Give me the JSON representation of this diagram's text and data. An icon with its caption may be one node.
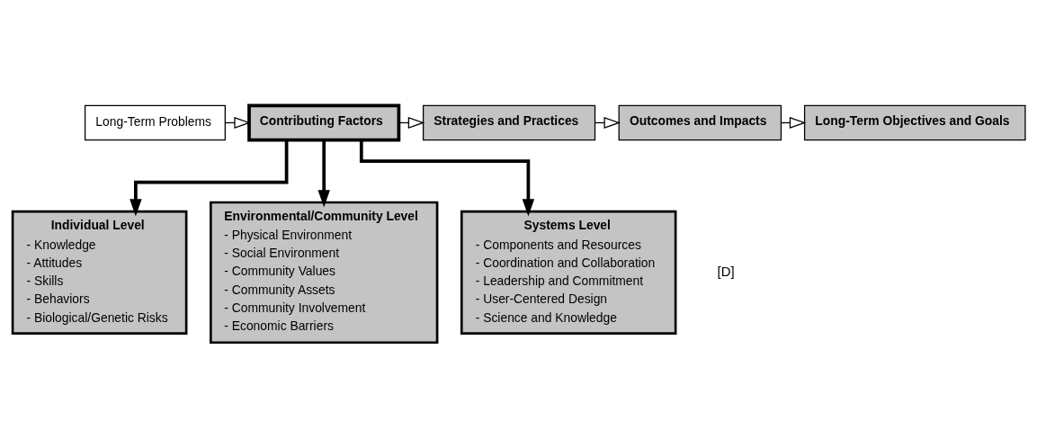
{
  "diagram": {
    "nodes": [
      {
        "text": [
          "Long-Term Problems"
        ]
      },
      {
        "text": [
          "Contributing Factors"
        ]
      },
      {
        "text": [
          "Strategies and Practices"
        ]
      },
      {
        "text": [
          "Outcomes and Impacts"
        ]
      },
      {
        "text": [
          "Long-Term Objectives and Goals"
        ]
      },
      {
        "text": [
          "Individual Level",
          "- Knowledge",
          "- Attitudes",
          "- Skills",
          "- Behaviors",
          "- Biological/Genetic Risks"
        ]
      },
      {
        "text": [
          "Environmental/Community Level",
          "- Physical Environment",
          "- Social Environment",
          "- Community Values",
          "- Community Assets",
          "- Community Involvement",
          "- Economic Barriers"
        ]
      },
      {
        "text": [
          "Systems Level",
          "- Components and Resources",
          "- Coordination and Collaboration",
          "- Leadership and Commitment",
          "- User-Centered Design",
          "- Science and Knowledge"
        ]
      }
    ],
    "edges": [
      {
        "from": 0,
        "to": 1,
        "arrow": "to"
      },
      {
        "from": 1,
        "to": 2,
        "arrow": "to"
      },
      {
        "from": 2,
        "to": 3,
        "arrow": "to"
      },
      {
        "from": 3,
        "to": 4,
        "arrow": "to"
      },
      {
        "from": 1,
        "to": 5,
        "arrow": "to",
        "style": "thick"
      },
      {
        "from": 1,
        "to": 6,
        "arrow": "to",
        "style": "thick"
      },
      {
        "from": 1,
        "to": 7,
        "arrow": "to",
        "style": "thick"
      }
    ],
    "labels": [
      "[D]"
    ]
  }
}
